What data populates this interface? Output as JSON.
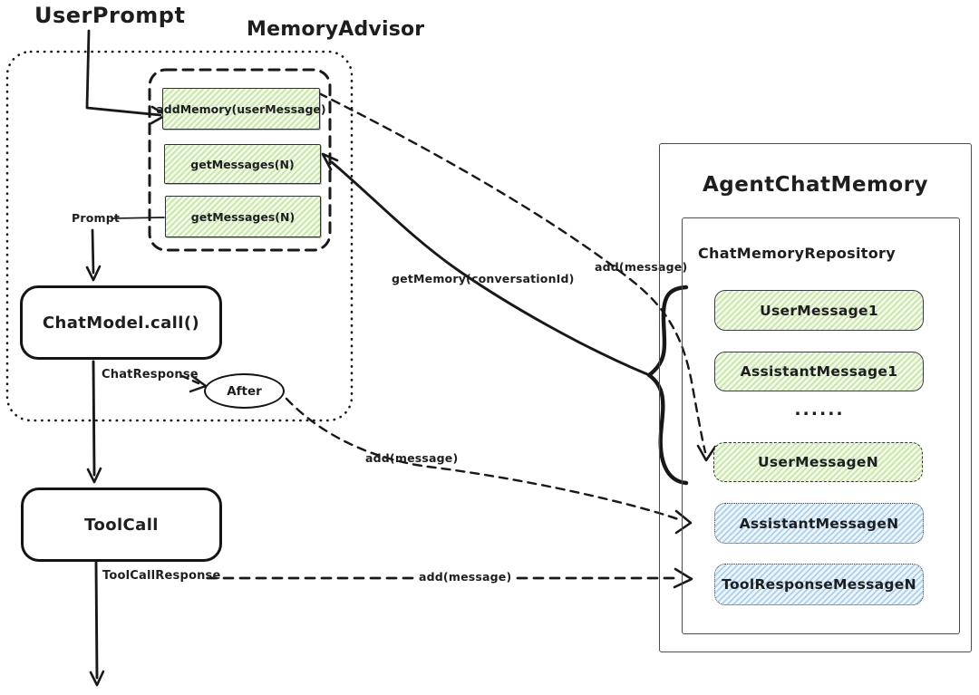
{
  "diagram": {
    "user_prompt": "UserPrompt",
    "advisor": {
      "title": "MemoryAdvisor",
      "methods": [
        "addMemory(userMessage)",
        "getMessages(N)",
        "getMessages(N)"
      ]
    },
    "nodes": {
      "chat_model": "ChatModel.call()",
      "after": "After",
      "tool_call": "ToolCall"
    },
    "edges": {
      "prompt": "Prompt",
      "chat_response": "ChatResponse",
      "tool_call_response": "ToolCallResponse",
      "get_memory": "getMemory(conversationId)",
      "add_message_from_add_memory": "add(message)",
      "add_message_from_after": "add(message)",
      "add_message_from_tool_response": "add(message)"
    },
    "memory": {
      "title": "AgentChatMemory",
      "repository": "ChatMemoryRepository",
      "ellipsis": "......",
      "messages": [
        "UserMessage1",
        "AssistantMessage1",
        "UserMessageN",
        "AssistantMessageN",
        "ToolResponseMessageN"
      ]
    }
  },
  "colors": {
    "ink": "#1d1e20",
    "frame": "#4a4d52",
    "green_bg": "#f2f9e8",
    "green_stripe": "#c5e6a6",
    "blue_bg": "#edf5fd",
    "blue_stripe": "#abcfef"
  }
}
